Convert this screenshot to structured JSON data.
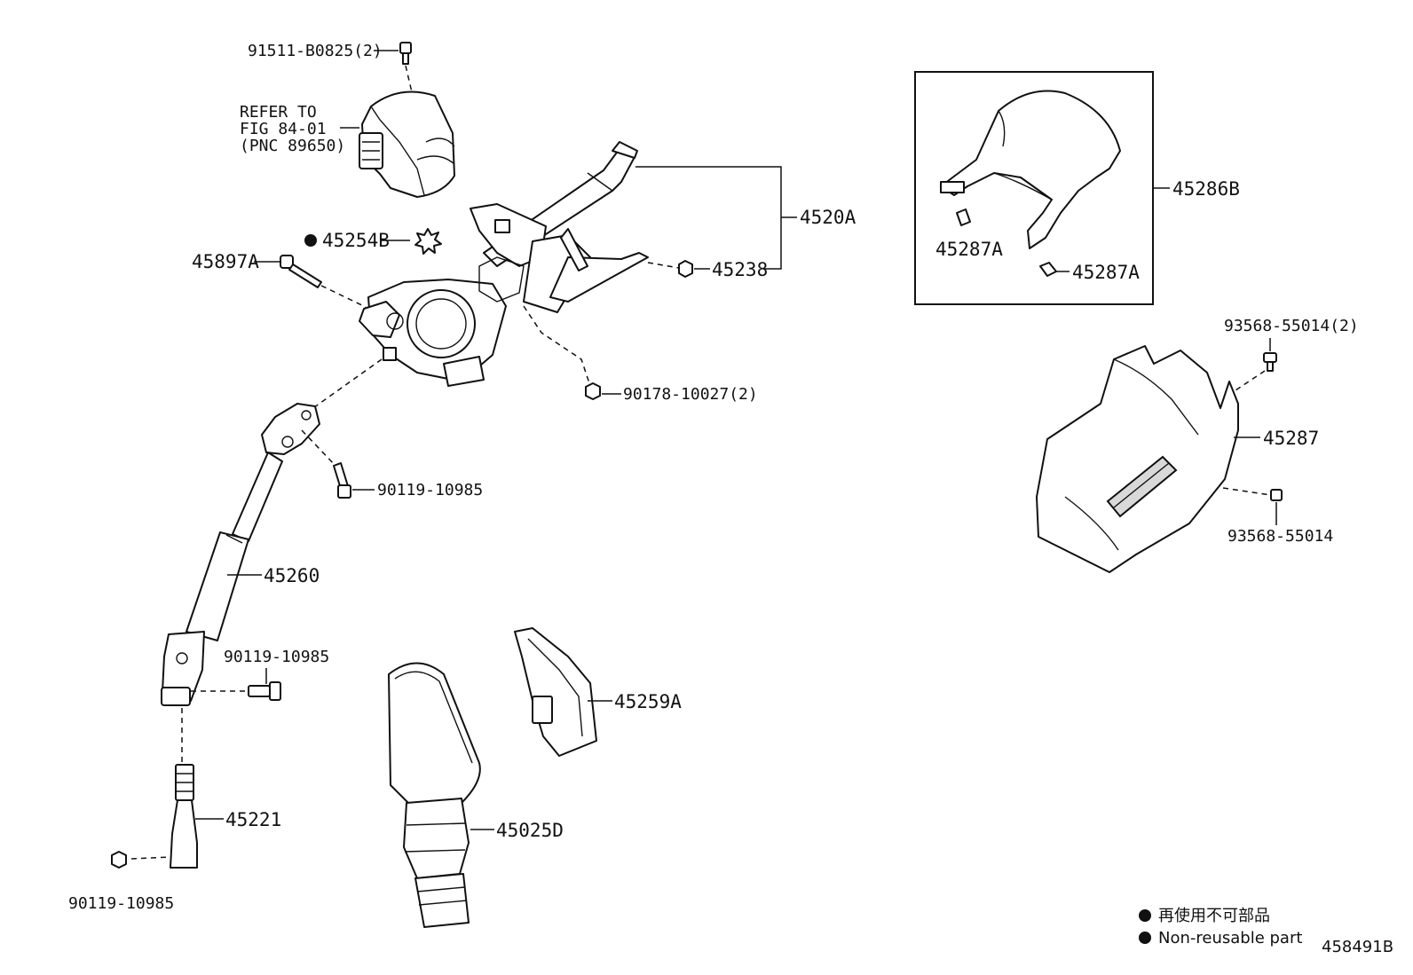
{
  "labels": {
    "p91511": "91511-B0825(2)",
    "refer_line1": "REFER TO",
    "refer_line2": "FIG 84-01",
    "refer_line3": "(PNC 89650)",
    "p45254b": "45254B",
    "p45897a": "45897A",
    "p4520a": "4520A",
    "p45238": "45238",
    "p90178": "90178-10027(2)",
    "p90119_upper": "90119-10985",
    "p45260": "45260",
    "p90119_mid": "90119-10985",
    "p45221": "45221",
    "p90119_lower": "90119-10985",
    "p45025d": "45025D",
    "p45259a": "45259A",
    "p45286b": "45286B",
    "p45287a_left": "45287A",
    "p45287a_right": "45287A",
    "p93568_2": "93568-55014(2)",
    "p45287": "45287",
    "p93568": "93568-55014"
  },
  "legend": {
    "japanese": "再使用不可部品",
    "english": "Non-reusable part"
  },
  "figure_code": "458491B"
}
